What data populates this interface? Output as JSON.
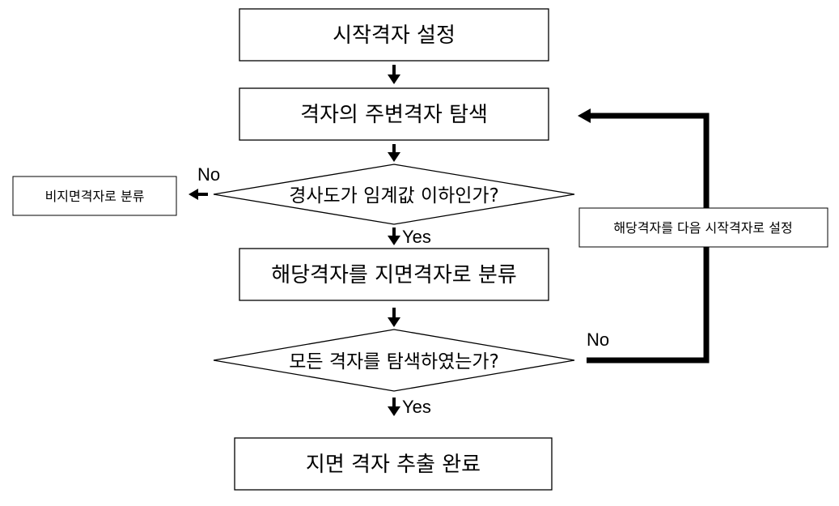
{
  "nodes": {
    "start": "시작격자 설정",
    "search_neighbors": "격자의 주변격자 탐색",
    "slope_decision": "경사도가 임계값 이하인가?",
    "classify_ground": "해당격자를 지면격자로 분류",
    "all_searched_decision": "모든 격자를 탐색하였는가?",
    "end": "지면 격자 추출 완료",
    "classify_nonground": "비지면격자로 분류",
    "next_start": "해당격자를 다음 시작격자로 설정"
  },
  "edges": {
    "slope_no": "No",
    "slope_yes": "Yes",
    "all_no": "No",
    "all_yes": "Yes"
  }
}
